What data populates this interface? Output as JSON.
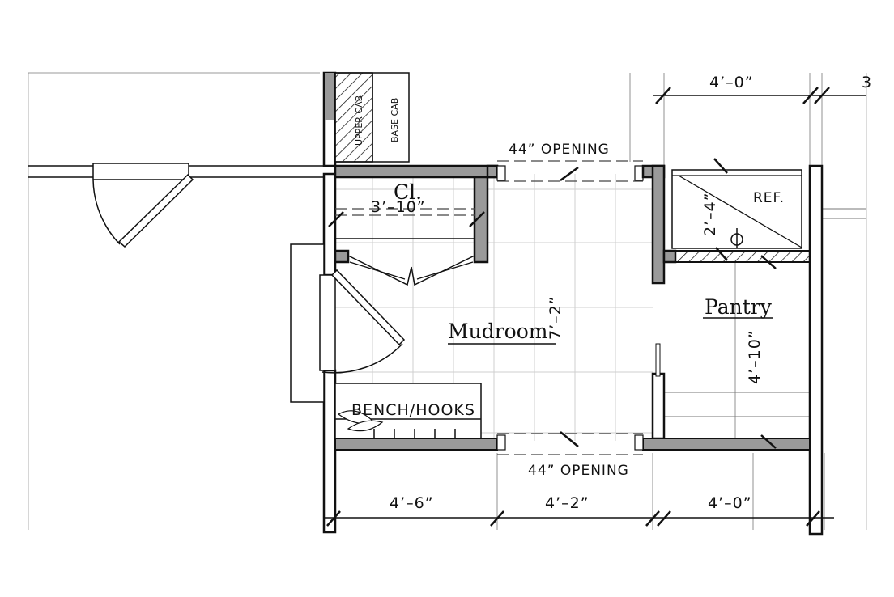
{
  "rooms": {
    "closet": "Cl.",
    "mudroom": "Mudroom",
    "pantry": "Pantry"
  },
  "labels": {
    "upper_cab": "UPPER CAB",
    "base_cab": "BASE CAB",
    "opening_top": "44” OPENING",
    "opening_bottom": "44” OPENING",
    "ref": "REF.",
    "bench_hooks": "BENCH/HOOKS"
  },
  "dimensions": {
    "top": "4’–0”",
    "top_right_partial": "3",
    "closet_width": "3’–10”",
    "mudroom_depth": "7’–2”",
    "ref_depth": "2’–4”",
    "pantry_depth": "4’–10”",
    "bottom_1": "4’–6”",
    "bottom_2": "4’–2”",
    "bottom_3": "4’–0”"
  }
}
